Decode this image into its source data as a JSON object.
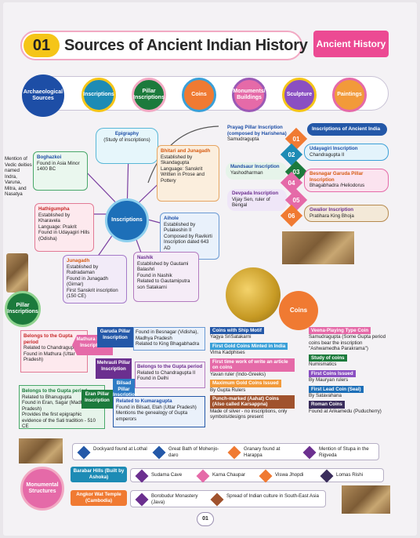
{
  "header": {
    "number": "01",
    "title": "Sources of Ancient Indian History",
    "tag": "Ancient History"
  },
  "sources": {
    "items": [
      "Archaeological Sources",
      "Inscriptions",
      "Pillar Inscriptions",
      "Coins",
      "Monuments/ Buildings",
      "Sculpture",
      "Paintings"
    ]
  },
  "inscriptions_map": {
    "center": "Inscriptions",
    "epigraphy": {
      "title": "Epigraphy",
      "desc": "(Study of inscriptions)"
    },
    "boghazkoi": {
      "title": "Boghazkoi",
      "points": [
        "Found in Asia Minor",
        "1400 BC"
      ],
      "side": "Mention of Vedic deities named Indra, Varuna, Mitra, and Nasatya"
    },
    "bhitari": {
      "title": "Bhitari and Junagadh",
      "points": [
        "Established by Skandagupta",
        "Language: Sanskrit",
        "Written in Prose and Pottery"
      ]
    },
    "hathigumpha": {
      "title": "Hathigumpha",
      "points": [
        "Established by Kharavela",
        "Language: Prakrit",
        "Found in Udayagiri Hills (Odisha)"
      ]
    },
    "aihole": {
      "title": "Aihole",
      "points": [
        "Established by Pulakeshin II",
        "Composed by Ravikirti",
        "Inscription dated 643 AD"
      ]
    },
    "junagadh": {
      "title": "Junagadh",
      "points": [
        "Established by Rudradaman",
        "Found in Junagadh (Girnar)",
        "First Sanskrit inscription (150 CE)"
      ]
    },
    "nashik": {
      "title": "Nashik",
      "points": [
        "Established by Gautami Balashri",
        "Found in Nashik",
        "Related to Gautamiputra son Satakarni"
      ]
    }
  },
  "right_inscriptions": {
    "header": "Inscriptions of Ancient India",
    "items": [
      {
        "num": "01",
        "title": "Prayag Pillar Inscription (composed by Harishena)",
        "sub": "Samudragupta"
      },
      {
        "num": "02",
        "title": "Udayagiri Inscription",
        "sub": "Chandragupta II"
      },
      {
        "num": "03",
        "title": "Mandsaur Inscription",
        "sub": "Yashodharman"
      },
      {
        "num": "04",
        "title": "Besnagar Garuda Pillar Inscription",
        "sub": "Bhagabhadra /Heliodorus"
      },
      {
        "num": "05",
        "title": "Devpada Inscription",
        "sub": "Vijay Sen, ruler of Bengal"
      },
      {
        "num": "06",
        "title": "Gwalior Inscription",
        "sub": "Pratihara King Bhoja"
      }
    ]
  },
  "pillars": {
    "title": "Pillar Inscriptions",
    "mathura": {
      "name": "Mathura Pillar Inscription",
      "points": [
        "Belongs to the Gupta period",
        "Related to Chandragupta II",
        "Found in Mathura (Uttar Pradesh)"
      ]
    },
    "garuda": {
      "name": "Garuda Pillar Inscription",
      "points": [
        "Found in Besnagar (Vidisha), Madhya Pradesh",
        "Related to King Bhagabhadra"
      ]
    },
    "mehrauli": {
      "name": "Mehrauli Pillar Inscription",
      "points": [
        "Belongs to the Gupta period",
        "Related to Chandragupta II",
        "Found in Delhi"
      ]
    },
    "eran": {
      "name": "Eran Pillar Inscription",
      "points": [
        "Belongs to the Gupta period",
        "Related to Bhanugupta",
        "Found in Eran, Sagar (Madhya Pradesh)",
        "Provides the first epigraphic evidence of the Sati tradition - 510 CE"
      ]
    },
    "bilsad": {
      "name": "Bilsad Pillar Inscription",
      "points": [
        "Related to Kumaragupta",
        "Found in Bilsad, Etah (Uttar Pradesh)",
        "Mentions the genealogy of Gupta emperors"
      ]
    }
  },
  "coins": {
    "title": "Coins",
    "left": [
      {
        "head": "Coins with Ship Motif",
        "body": "Yagya SriSatakarni"
      },
      {
        "head": "First Gold Coins Minted in India",
        "body": "Vima Kadphises"
      },
      {
        "head": "First time work of write an article on coins",
        "body": "Yavan ruler (Indo-Greeks)"
      },
      {
        "head": "Maximum Gold Coins Issued",
        "body": "By Gupta Rulers"
      },
      {
        "head": "Punch-marked (Aahat) Coins (Also called Karsappna)",
        "body": "Made of silver - no inscriptions, only symbols/designs present"
      }
    ],
    "right": [
      {
        "head": "Veena-Playing Type Coin",
        "body": "Samudragupta (Some Gupta period coins bear the inscription \"Ashwamedha Parakrama\")"
      },
      {
        "head": "Study of coins",
        "body": "Numismatics"
      },
      {
        "head": "First Coins Issued",
        "body": "By Mauryan rulers"
      },
      {
        "head": "First Lead Coin (Seal)",
        "body": "By Satavahana"
      },
      {
        "head": "Roman Coins",
        "body": "Found at Arikamedu (Puducherry)"
      }
    ]
  },
  "monuments": {
    "title": "Monumental Structures",
    "row1": [
      "Dockyard found at Lothal",
      "Great Bath of Mohenjo-daro",
      "Granary found at Harappa",
      "Mention of Stupa in the Rigveda"
    ],
    "barabar": "Barabar Hills (Built by Ashoka)",
    "row2": [
      "Sudama Cave",
      "Karna Chaupar",
      "Viswa Jhopdi",
      "Lomas Rishi"
    ],
    "angkor": "Angkor Wat Temple (Cambodia)",
    "row3": [
      "Borobudur Monastery (Java)",
      "Spread of Indian culture in South-East Asia"
    ]
  },
  "footer": {
    "page": "01"
  },
  "colors": {
    "accent": "#ec4a93",
    "title_yellow": "#f5c518",
    "blue": "#1d4ea6",
    "purple": "#6b2f8f",
    "green": "#1c7a3c"
  }
}
